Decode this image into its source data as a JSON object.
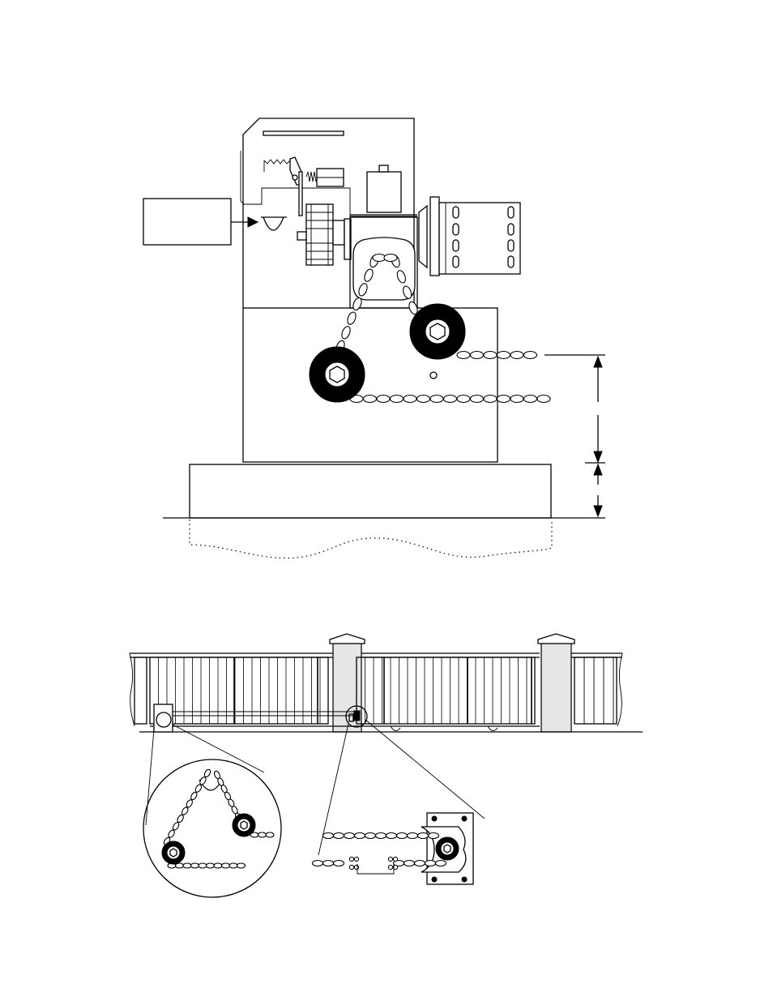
{
  "diagram": {
    "colors": {
      "line": "#000000",
      "background": "#ffffff",
      "post_fill": "#e6e6e6"
    },
    "operator_view": {
      "callout_box_text": "",
      "parts": [
        "cover",
        "motor",
        "gearbox",
        "drive-sprocket",
        "idler-wheel-left",
        "idler-wheel-right",
        "chain",
        "base-housing",
        "concrete-pad",
        "ground-line"
      ],
      "dimension_upper_label": "",
      "dimension_lower_label": ""
    },
    "gate_view": {
      "parts": [
        "fence-left",
        "gate-panel-left",
        "post-left",
        "gate-panel-right",
        "post-right",
        "fence-right",
        "operator-box",
        "chain-bracket",
        "ground-line"
      ]
    },
    "detail_views": {
      "sprocket_detail": "circle-magnifier",
      "bracket_detail": "chain-bracket-detail"
    }
  }
}
